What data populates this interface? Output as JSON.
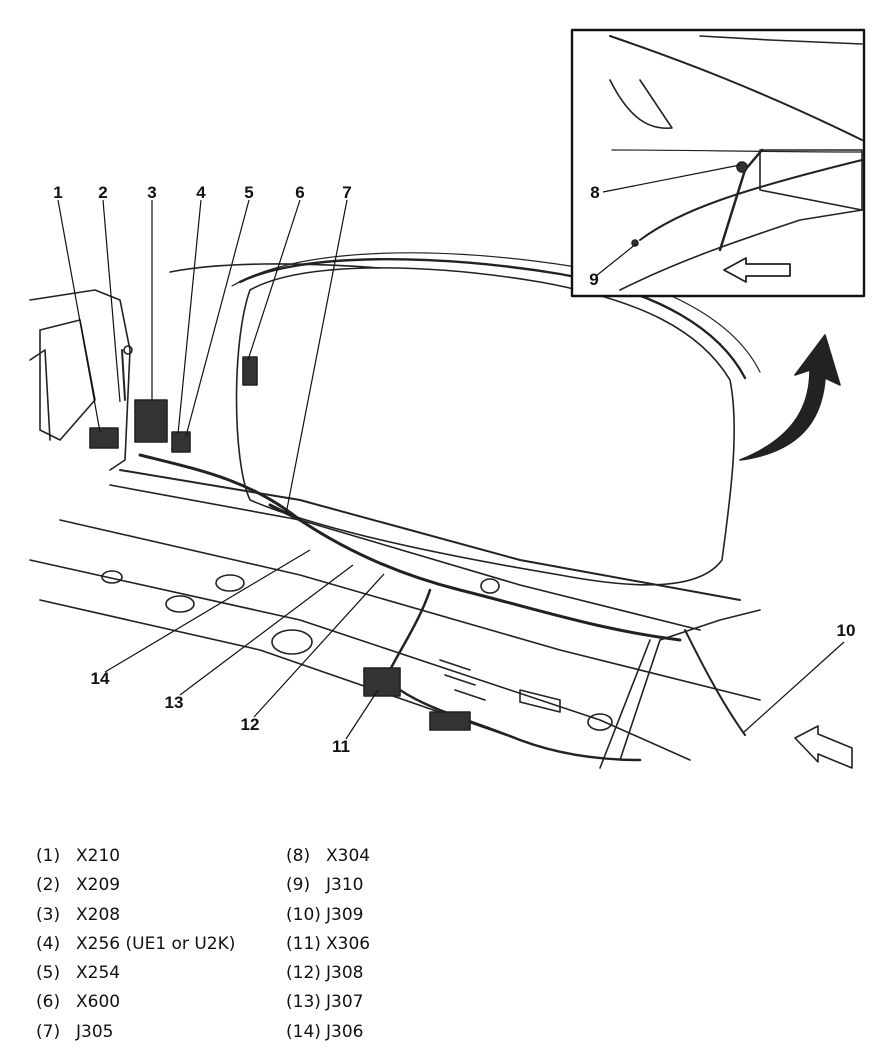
{
  "diagram": {
    "callouts": [
      "1",
      "2",
      "3",
      "4",
      "5",
      "6",
      "7",
      "8",
      "9",
      "10",
      "11",
      "12",
      "13",
      "14"
    ]
  },
  "legend": {
    "left": [
      {
        "num": "(1)",
        "label": "X210"
      },
      {
        "num": "(2)",
        "label": "X209"
      },
      {
        "num": "(3)",
        "label": "X208"
      },
      {
        "num": "(4)",
        "label": "X256 (UE1 or U2K)"
      },
      {
        "num": "(5)",
        "label": "X254"
      },
      {
        "num": "(6)",
        "label": "X600"
      },
      {
        "num": "(7)",
        "label": "J305"
      }
    ],
    "right": [
      {
        "num": "(8)",
        "label": "X304"
      },
      {
        "num": "(9)",
        "label": "J310"
      },
      {
        "num": "(10)",
        "label": "J309"
      },
      {
        "num": "(11)",
        "label": "X306"
      },
      {
        "num": "(12)",
        "label": "J308"
      },
      {
        "num": "(13)",
        "label": "J307"
      },
      {
        "num": "(14)",
        "label": "J306"
      }
    ]
  }
}
